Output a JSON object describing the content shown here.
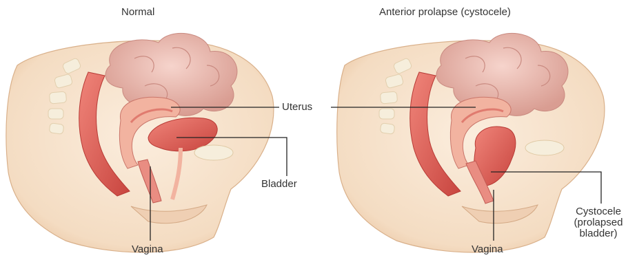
{
  "panels": {
    "normal": {
      "title": "Normal",
      "labels": {
        "uterus": "Uterus",
        "bladder": "Bladder",
        "vagina": "Vagina"
      }
    },
    "prolapse": {
      "title": "Anterior prolapse (cystocele)",
      "labels": {
        "vagina": "Vagina",
        "cystocele_line1": "Cystocele",
        "cystocele_line2": "(prolapsed",
        "cystocele_line3": "bladder)"
      }
    }
  },
  "colors": {
    "skin": "#f7e1c8",
    "skin_dark": "#ecc7a3",
    "bowel": "#e9b3a8",
    "bowel_dark": "#d98e84",
    "uterus": "#f2b3a0",
    "organ_red": "#e8615a",
    "organ_dark": "#c9403c",
    "bone": "#f6eedc",
    "leader": "#222222"
  }
}
